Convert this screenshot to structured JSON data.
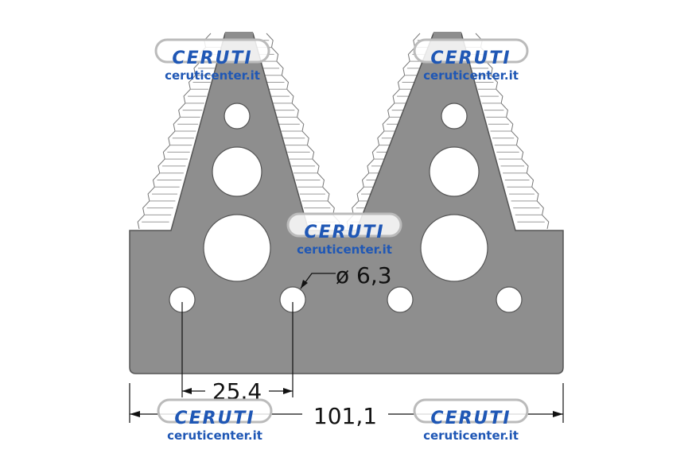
{
  "drawing": {
    "dimension_hole_diameter": "ø 6,3",
    "dimension_hole_spacing": "25.4",
    "dimension_overall_width": "101,1"
  },
  "watermark": {
    "logo_text": "CERUTI",
    "url_text": "ceruticenter.it"
  },
  "colors": {
    "part_fill": "#8e8e8e",
    "part_stroke": "#555555",
    "hole_fill": "#ffffff",
    "watermark_blue": "#1f57b5"
  }
}
